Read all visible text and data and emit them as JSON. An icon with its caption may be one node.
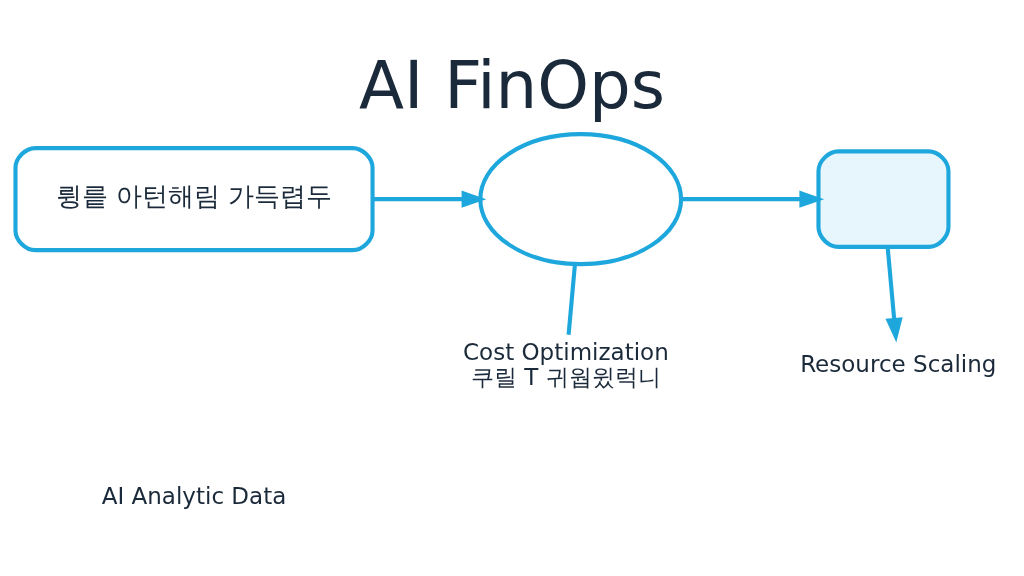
{
  "diagram": {
    "title": "AI FinOps",
    "nodes": [
      {
        "text": [
          "륑릍 아턴해림 가득렵두"
        ]
      },
      {
        "text": [],
        "shape": "cloud"
      },
      {
        "text": [],
        "shape": "box"
      },
      {
        "text": [
          "Cost Optimization",
          "쿠릴 T 귀웝윘럭니"
        ]
      },
      {
        "text": [
          "Resource Scaling"
        ]
      }
    ],
    "edges": [
      {
        "from": 0,
        "to": 1,
        "arrow": "to"
      },
      {
        "from": 1,
        "to": 2,
        "arrow": "to"
      },
      {
        "from": 1,
        "to": 3,
        "arrow": "none"
      },
      {
        "from": 2,
        "to": 4,
        "arrow": "to"
      }
    ],
    "labels": [
      "AI Analytic Data"
    ]
  }
}
